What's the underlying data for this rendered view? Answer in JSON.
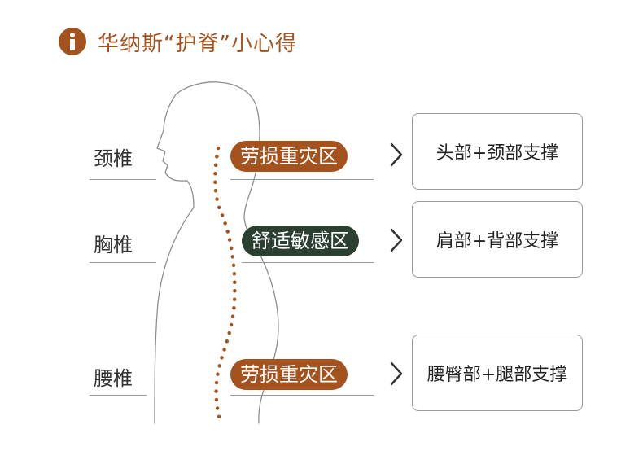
{
  "header": {
    "icon": "info-icon",
    "title": "华纳斯“护脊”小心得"
  },
  "colors": {
    "accent_brown": "#a4531f",
    "accent_green": "#2c3f33"
  },
  "zones": [
    {
      "name": "颈椎",
      "tag": "劳损重灾区",
      "tag_color": "brown",
      "support": "头部+颈部支撑"
    },
    {
      "name": "胸椎",
      "tag": "舒适敏感区",
      "tag_color": "green",
      "support": "肩部+背部支撑"
    },
    {
      "name": "腰椎",
      "tag": "劳损重灾区",
      "tag_color": "brown",
      "support": "腰臀部+腿部支撑"
    }
  ]
}
